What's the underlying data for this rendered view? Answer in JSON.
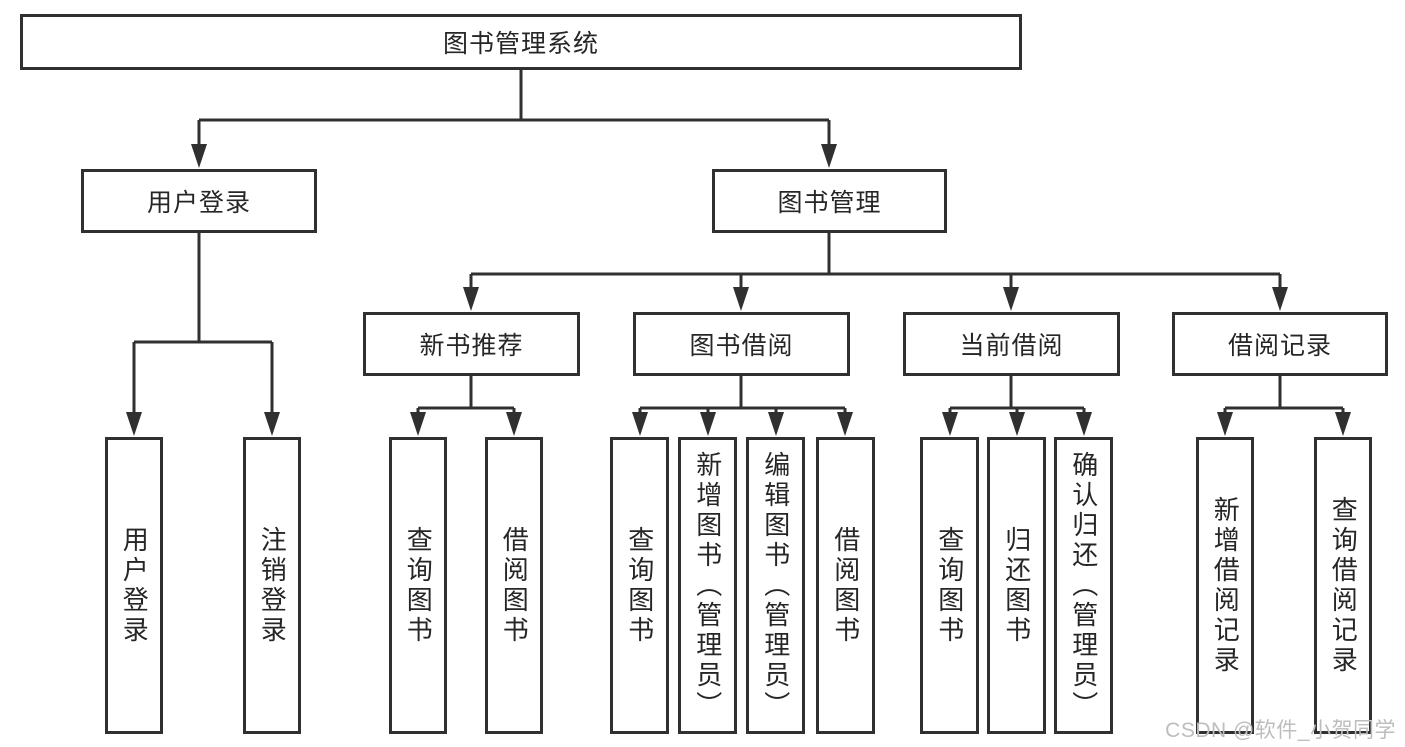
{
  "colors": {
    "line": "#303030",
    "node_border": "#303030",
    "node_text": "#262626",
    "background": "#ffffff",
    "watermark_text": "#bdbdbd"
  },
  "watermark": {
    "text": "CSDN @软件_小贺同学"
  },
  "diagram": {
    "type": "hierarchy-tree",
    "root": {
      "label": "图书管理系统"
    },
    "level2": [
      {
        "label": "用户登录",
        "children": [
          {
            "label": "用户登录"
          },
          {
            "label": "注销登录"
          }
        ]
      },
      {
        "label": "图书管理",
        "children": [
          {
            "label": "新书推荐",
            "children": [
              {
                "label": "查询图书"
              },
              {
                "label": "借阅图书"
              }
            ]
          },
          {
            "label": "图书借阅",
            "children": [
              {
                "label": "查询图书"
              },
              {
                "label": "新增图书（管理员）"
              },
              {
                "label": "编辑图书（管理员）"
              },
              {
                "label": "借阅图书"
              }
            ]
          },
          {
            "label": "当前借阅",
            "children": [
              {
                "label": "查询图书"
              },
              {
                "label": "归还图书"
              },
              {
                "label": "确认归还（管理员）"
              }
            ]
          },
          {
            "label": "借阅记录",
            "children": [
              {
                "label": "新增借阅记录"
              },
              {
                "label": "查询借阅记录"
              }
            ]
          }
        ]
      }
    ]
  }
}
